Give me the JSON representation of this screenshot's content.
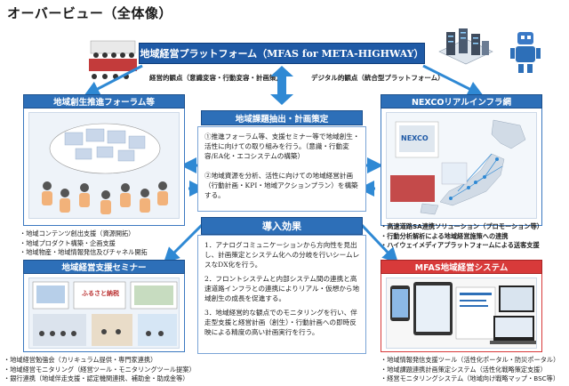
{
  "page": {
    "title": "オーバービュー（全体像）"
  },
  "platform": {
    "label": "地域経営プラットフォーム（MFAS for META-HIGHWAY）",
    "left_viewpoint": "経営的観点（意識変容・行動変容・計画策定）",
    "right_viewpoint": "デジタル的観点（統合型プラットフォーム）"
  },
  "forum": {
    "heading": "地域創生推進フォーラム等",
    "bullets": [
      "地域コンテンツ創出支援（資源開拓）",
      "地域プロダクト構築・企画支援",
      "地域物産・地域情報発信及びチャネル開拓"
    ]
  },
  "seminar": {
    "heading": "地域経営支援セミナー",
    "bullets": [
      "地域経営勉強会（カリキュラム提供・専門家連携）",
      "地域経営モニタリング（経営ツール・モニタリングツール提案）",
      "銀行連携（地域伴走支援・認定機関連携、補助金・助成金等）"
    ]
  },
  "issues": {
    "heading": "地域課題抽出・計画策定",
    "item1": "①推進フォーラム等、支援セミナー等で地域創生・活性に向けての取り組みを行う。（意識・行動変容/EA化・エコシステムの構築）",
    "item2": "②地域資源を分析、活性に向けての地域経営計画（行動計画・KPI・地域アクションプラン）を構築する。"
  },
  "effects": {
    "heading": "導入効果",
    "item1": "1．アナログコミュニケーションから方向性を見出し、計画策定とシステム化への分岐を行いシームレスなDX化を行う。",
    "item2": "2．フロントシステムと内部システム間の連携と高速道路インフラとの連携によりリアル・仮想から地域創生の成長を促進する。",
    "item3": "3．地域経営的な観点でのモニタリングを行い、伴走型支援と経営計画（創生）・行動計画への即時反映による精度の高い計画実行を行う。"
  },
  "nexco": {
    "heading": "NEXCOリアルインフラ網",
    "logo_text": "NEXCO",
    "bullets": [
      "高速道路SA連携ソリューション（プロモーション等）",
      "行動分析解析による地域経営施策への連携",
      "ハイウェイメディアプラットフォームによる送客支援"
    ]
  },
  "mfas": {
    "heading": "MFAS地域経営システム",
    "bullets": [
      "地域情報発信支援ツール（活性化ポータル・防災ポータル）",
      "地域課題連携計画策定システム（活性化戦略策定支援）",
      "経営モニタリングシステム（地域向け戦略マップ・BSC等）"
    ]
  },
  "seminar_sign": "ふるさと納税",
  "colors": {
    "primary_blue": "#2d6fb8",
    "platform_blue": "#1f5aa6",
    "accent_red": "#d83a3a",
    "arrow_blue": "#2f89d4"
  }
}
